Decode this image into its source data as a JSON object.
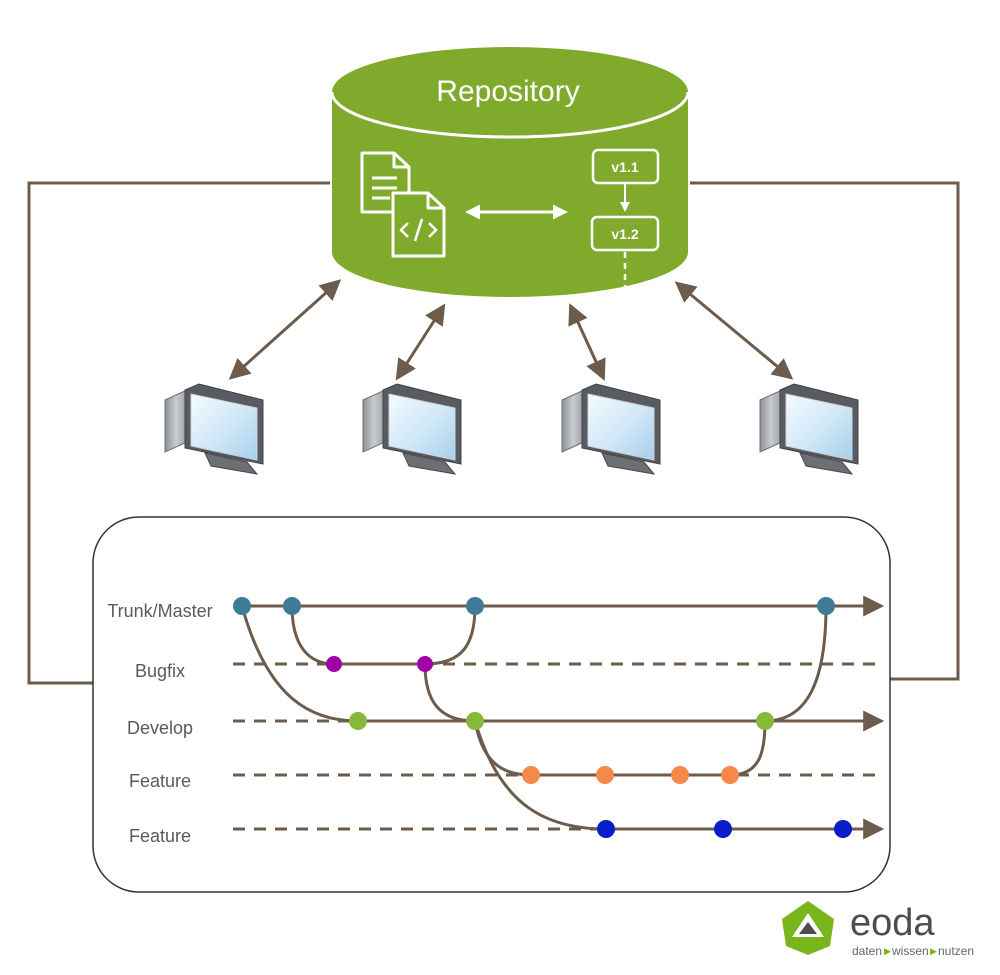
{
  "repository": {
    "title": "Repository",
    "versions": [
      "v1.1",
      "v1.2"
    ],
    "fill_color": "#7faa2c"
  },
  "clients": [
    {
      "icon": "computer-icon"
    },
    {
      "icon": "computer-icon"
    },
    {
      "icon": "computer-icon"
    },
    {
      "icon": "computer-icon"
    }
  ],
  "branches": {
    "rows": [
      {
        "label": "Trunk/Master",
        "color": "#3f7b96"
      },
      {
        "label": "Bugfix",
        "color": "#a100a6"
      },
      {
        "label": "Develop",
        "color": "#86b83a"
      },
      {
        "label": "Feature",
        "color": "#f5894a"
      },
      {
        "label": "Feature",
        "color": "#0a1ec8"
      }
    ]
  },
  "colors": {
    "line": "#6d5b4c",
    "connector": "#6d5b4c"
  },
  "logo": {
    "name": "eoda",
    "tagline": [
      "daten",
      "wissen",
      "nutzen"
    ],
    "accent": "#7ab51d"
  }
}
